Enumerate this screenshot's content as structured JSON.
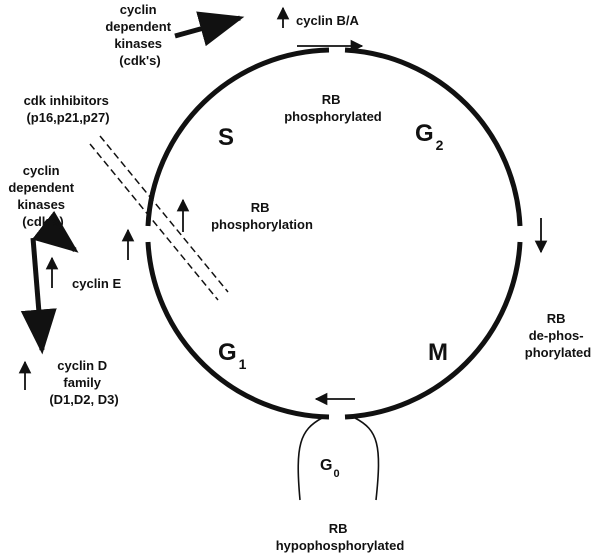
{
  "phases": {
    "s": "S",
    "g2": {
      "letter": "G",
      "sub": "2"
    },
    "g1": {
      "letter": "G",
      "sub": "1"
    },
    "m": "M",
    "g0": {
      "letter": "G",
      "sub": "0"
    }
  },
  "labels": {
    "cdk_top": [
      "cyclin",
      "dependent",
      "kinases",
      "(cdk's)"
    ],
    "cyclin_ba": "cyclin B/A",
    "cdk_inhibitors": [
      "cdk inhibitors",
      "(p16,p21,p27)"
    ],
    "rb_phosphorylated": [
      "RB",
      "phosphorylated"
    ],
    "rb_phosphorylation": [
      "RB",
      "phosphorylation"
    ],
    "cdk_left": [
      "cyclin",
      "dependent",
      "kinases",
      "(cdk's)"
    ],
    "cyclin_e": "cyclin E",
    "rb_dephos": [
      "RB",
      "de-phos-",
      "phorylated"
    ],
    "cyclin_d": [
      "cyclin D",
      "family",
      "(D1,D2, D3)"
    ],
    "rb_hypo": [
      "RB",
      "hypophosphorylated"
    ]
  },
  "colors": {
    "ink": "#111111",
    "background": "#ffffff"
  }
}
